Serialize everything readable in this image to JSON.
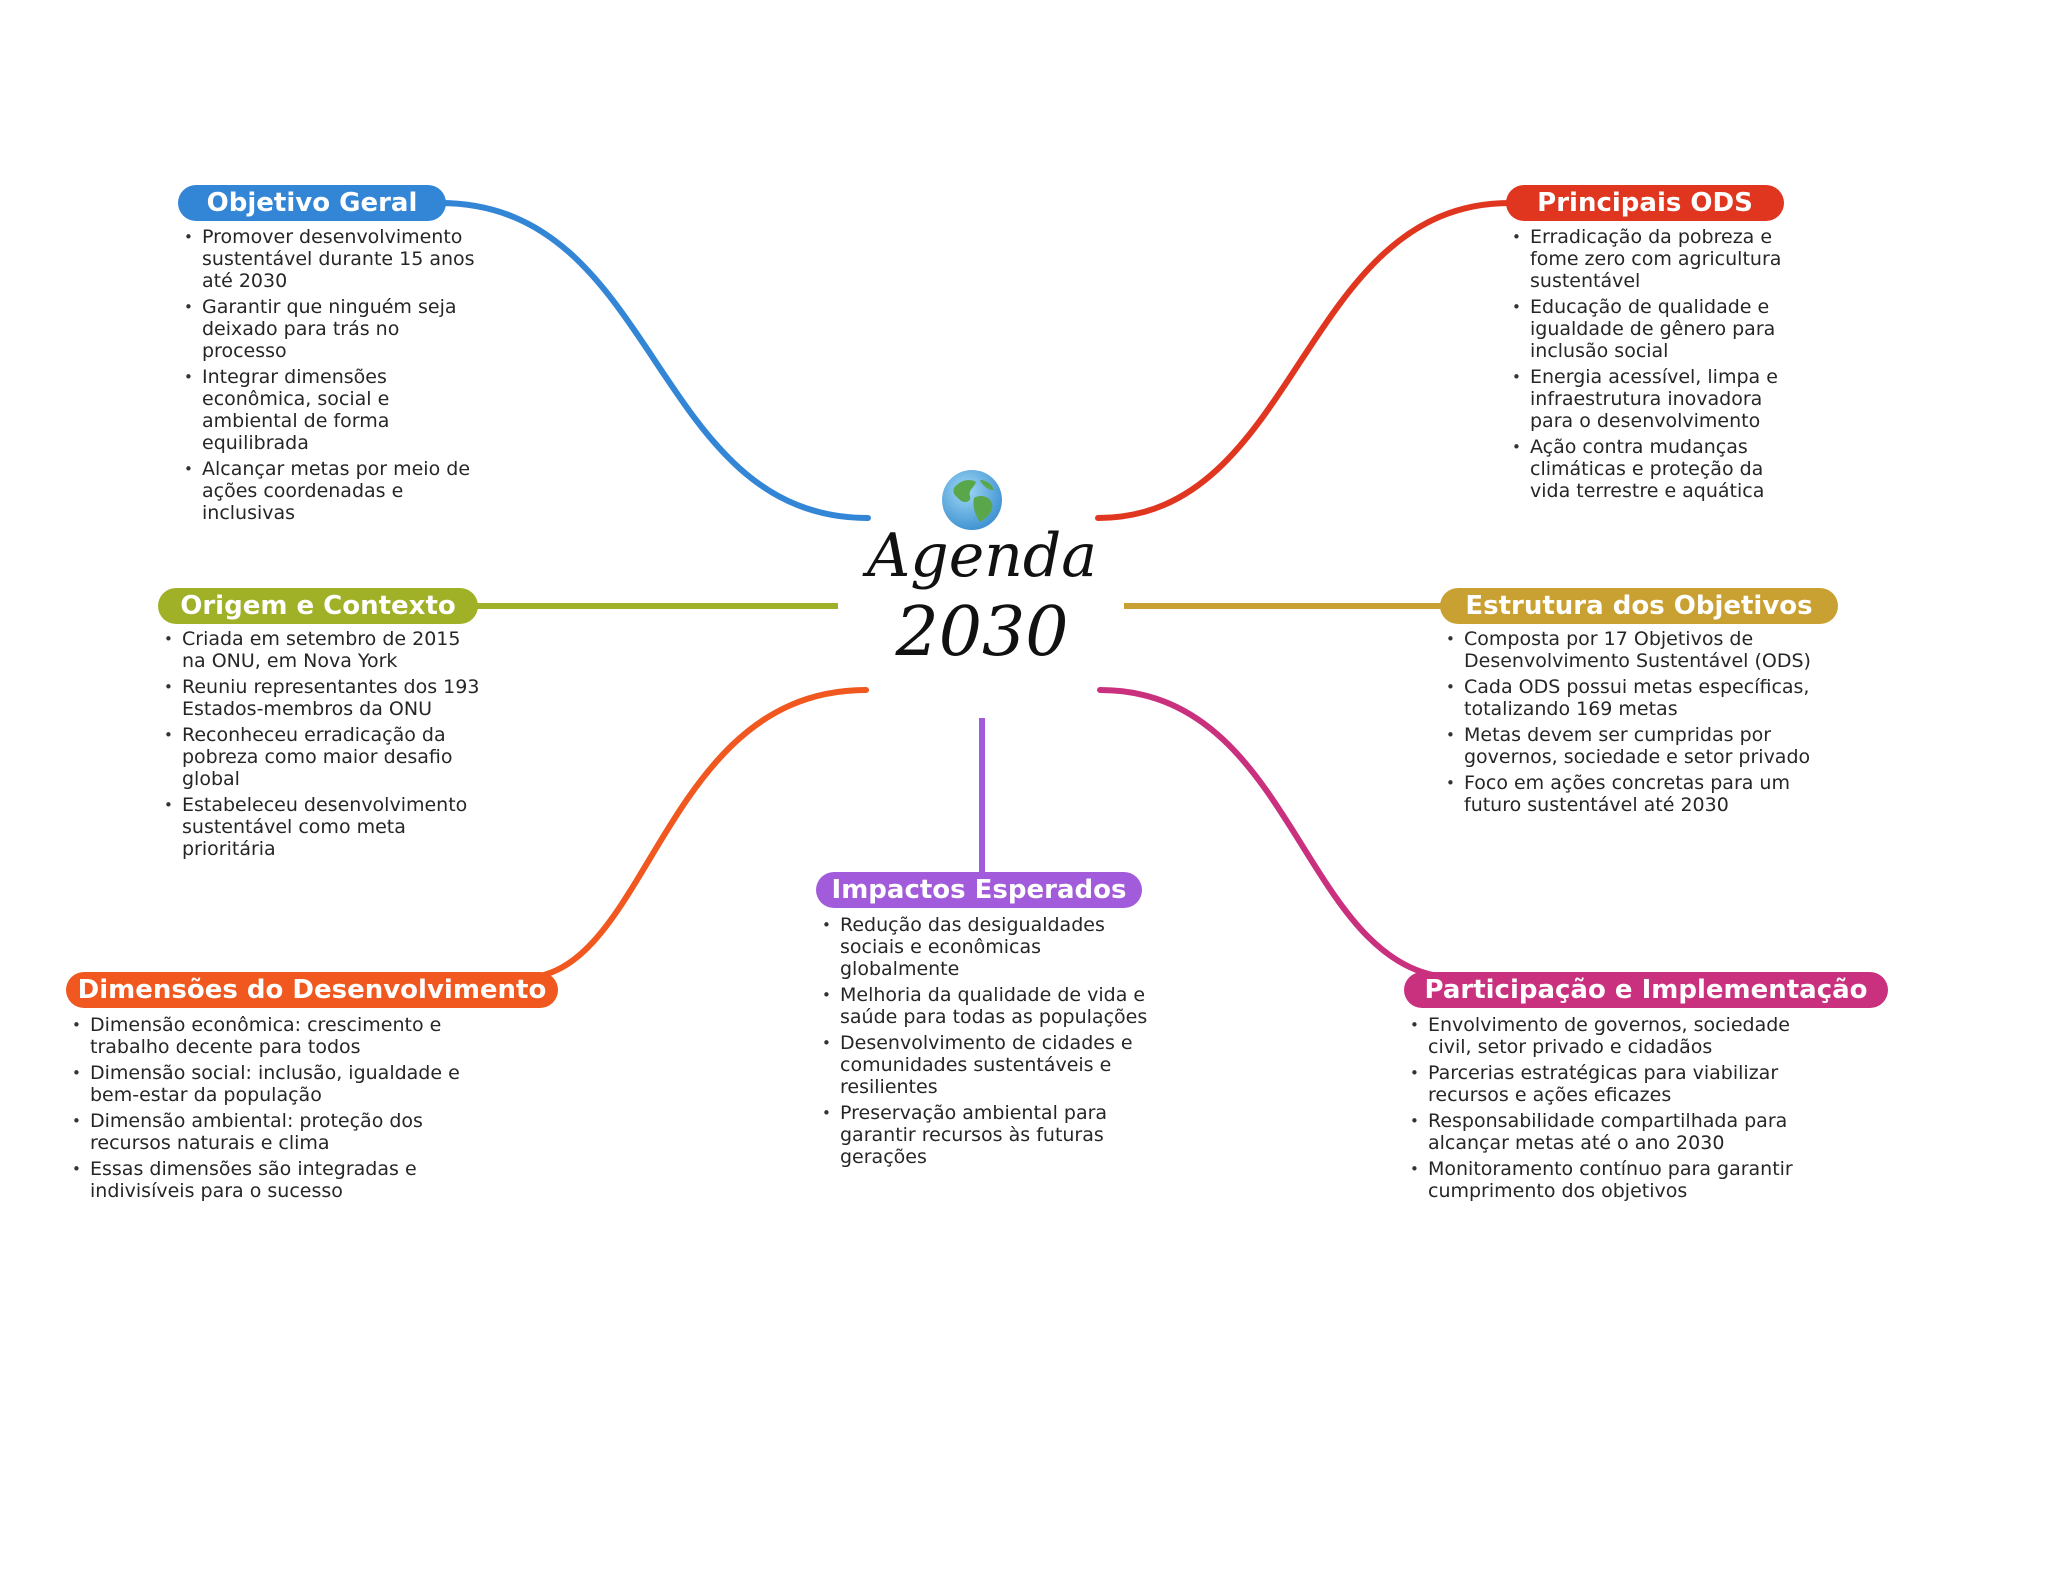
{
  "center": {
    "title_line1": "Agenda",
    "title_line2": "2030",
    "icon": "globe-icon"
  },
  "colors": {
    "objetivo_geral": "#3386d6",
    "principais_ods": "#e0351f",
    "origem_contexto": "#a0b128",
    "estrutura_objetivos": "#c9a032",
    "dimensoes": "#f0581f",
    "impactos": "#a25cdb",
    "participacao": "#c9317f"
  },
  "branches": {
    "objetivo_geral": {
      "title": "Objetivo Geral",
      "items": [
        "Promover desenvolvimento sustentável durante 15 anos até 2030",
        "Garantir que ninguém seja deixado para trás no processo",
        "Integrar dimensões econômica, social e ambiental de forma equilibrada",
        "Alcançar metas por meio de ações coordenadas e inclusivas"
      ]
    },
    "principais_ods": {
      "title": "Principais ODS",
      "items": [
        "Erradicação da pobreza e fome zero com agricultura sustentável",
        "Educação de qualidade e igualdade de gênero para inclusão social",
        "Energia acessível, limpa e infraestrutura inovadora para o desenvolvimento",
        "Ação contra mudanças climáticas e proteção da vida terrestre e aquática"
      ]
    },
    "origem_contexto": {
      "title": "Origem e Contexto",
      "items": [
        "Criada em setembro de 2015 na ONU, em Nova York",
        "Reuniu representantes dos 193 Estados-membros da ONU",
        "Reconheceu erradicação da pobreza como maior desafio global",
        "Estabeleceu desenvolvimento sustentável como meta prioritária"
      ]
    },
    "estrutura_objetivos": {
      "title": "Estrutura dos Objetivos",
      "items": [
        "Composta por 17 Objetivos de Desenvolvimento Sustentável (ODS)",
        "Cada ODS possui metas específicas, totalizando 169 metas",
        "Metas devem ser cumpridas por governos, sociedade e setor privado",
        "Foco em ações concretas para um futuro sustentável até 2030"
      ]
    },
    "dimensoes": {
      "title": "Dimensões do Desenvolvimento",
      "items": [
        "Dimensão econômica: crescimento e trabalho decente para todos",
        "Dimensão social: inclusão, igualdade e bem-estar da população",
        "Dimensão ambiental: proteção dos recursos naturais e clima",
        "Essas dimensões são integradas e indivisíveis para o sucesso"
      ]
    },
    "impactos": {
      "title": "Impactos Esperados",
      "items": [
        "Redução das desigualdades sociais e econômicas globalmente",
        "Melhoria da qualidade de vida e saúde para todas as populações",
        "Desenvolvimento de cidades e comunidades sustentáveis e resilientes",
        "Preservação ambiental para garantir recursos às futuras gerações"
      ]
    },
    "participacao": {
      "title": "Participação e Implementação",
      "items": [
        "Envolvimento de governos, sociedade civil, setor privado e cidadãos",
        "Parcerias estratégicas para viabilizar recursos e ações eficazes",
        "Responsabilidade compartilhada para alcançar metas até o ano 2030",
        "Monitoramento contínuo para garantir cumprimento dos objetivos"
      ]
    }
  }
}
